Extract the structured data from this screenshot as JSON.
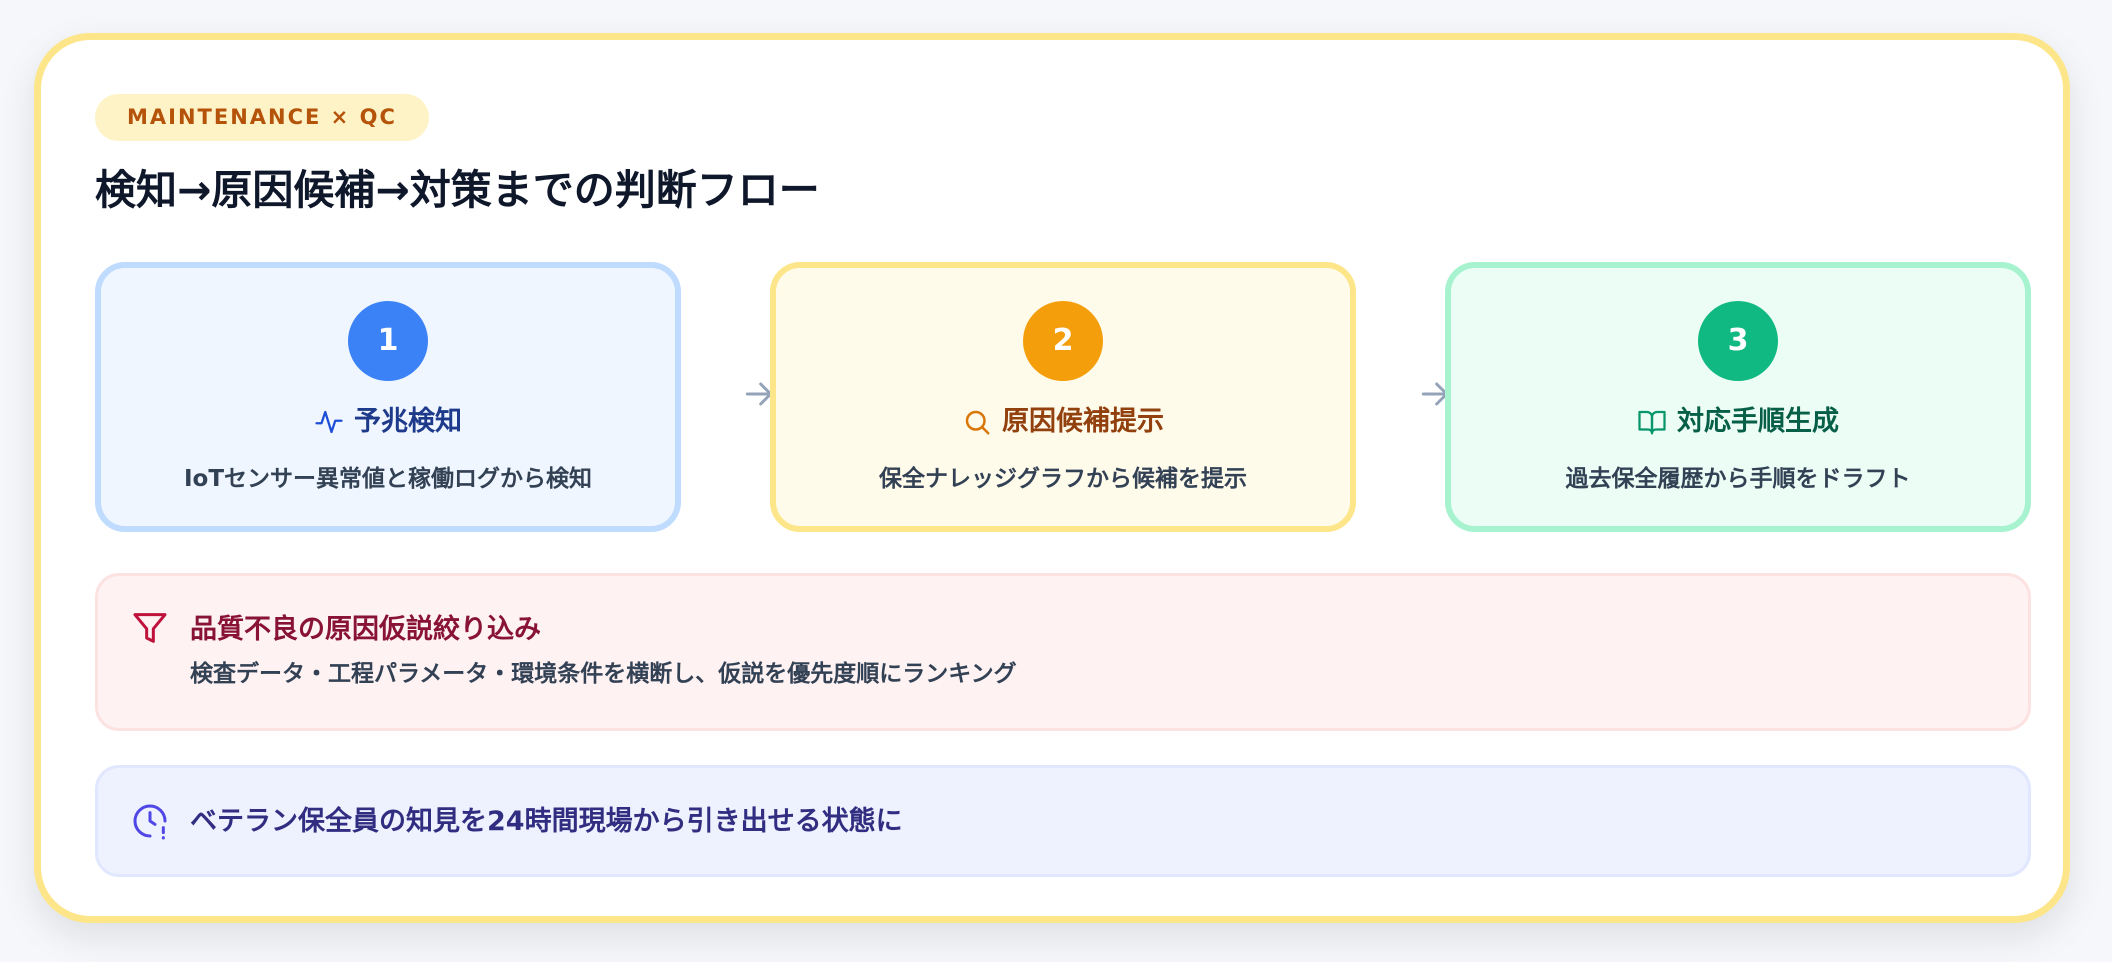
{
  "tag": "MAINTENANCE × QC",
  "title": "検知→原因候補→対策までの判断フロー",
  "steps": [
    {
      "number": "1",
      "icon": "activity-icon",
      "title": "予兆検知",
      "description": "IoTセンサー異常値と稼働ログから検知",
      "accent": "#3b82f6"
    },
    {
      "number": "2",
      "icon": "search-icon",
      "title": "原因候補提示",
      "description": "保全ナレッジグラフから候補を提示",
      "accent": "#f59e0b"
    },
    {
      "number": "3",
      "icon": "book-open-icon",
      "title": "対応手順生成",
      "description": "過去保全履歴から手順をドラフト",
      "accent": "#10b981"
    }
  ],
  "quality": {
    "icon": "filter-icon",
    "title": "品質不良の原因仮説絞り込み",
    "description": "検査データ・工程パラメータ・環境条件を横断し、仮説を優先度順にランキング"
  },
  "veteran": {
    "icon": "clock-alert-icon",
    "text": "ベテラン保全員の知見を24時間現場から引き出せる状態に"
  },
  "colors": {
    "card_border": "#fde68a",
    "tag_background": "#fef3c7",
    "tag_text": "#b45309",
    "title_text": "#0f172a",
    "arrow": "#94a3b8"
  }
}
